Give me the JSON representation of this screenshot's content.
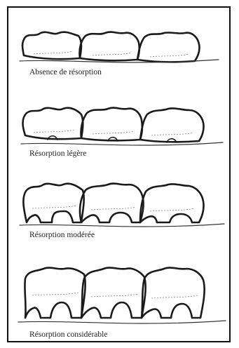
{
  "figure": {
    "panels": [
      {
        "caption": "Absence de résorption"
      },
      {
        "caption": "Résorption légère"
      },
      {
        "caption": "Résorption modérée"
      },
      {
        "caption": "Résorption considérable"
      }
    ]
  }
}
